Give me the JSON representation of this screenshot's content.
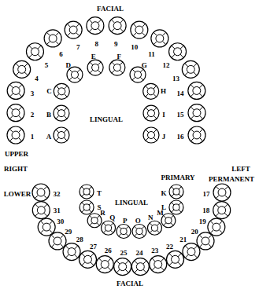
{
  "diagram": {
    "labels": [
      "FACIAL",
      "1",
      "2",
      "3",
      "4",
      "5",
      "6",
      "7",
      "8",
      "9",
      "10",
      "11",
      "12",
      "13",
      "14",
      "15",
      "16",
      "A",
      "B",
      "C",
      "D",
      "E",
      "F",
      "G",
      "H",
      "I",
      "J",
      "LINGUAL",
      "UPPER",
      "RIGHT",
      "LEFT",
      "PRIMARY",
      "PERMANENT",
      "LOWER",
      "K",
      "L",
      "M",
      "N",
      "O",
      "P",
      "Q",
      "R",
      "S",
      "T",
      "LINGUAL",
      "17",
      "18",
      "19",
      "20",
      "21",
      "22",
      "23",
      "24",
      "25",
      "26",
      "27",
      "28",
      "29",
      "30",
      "31",
      "32",
      "FACIAL"
    ]
  }
}
